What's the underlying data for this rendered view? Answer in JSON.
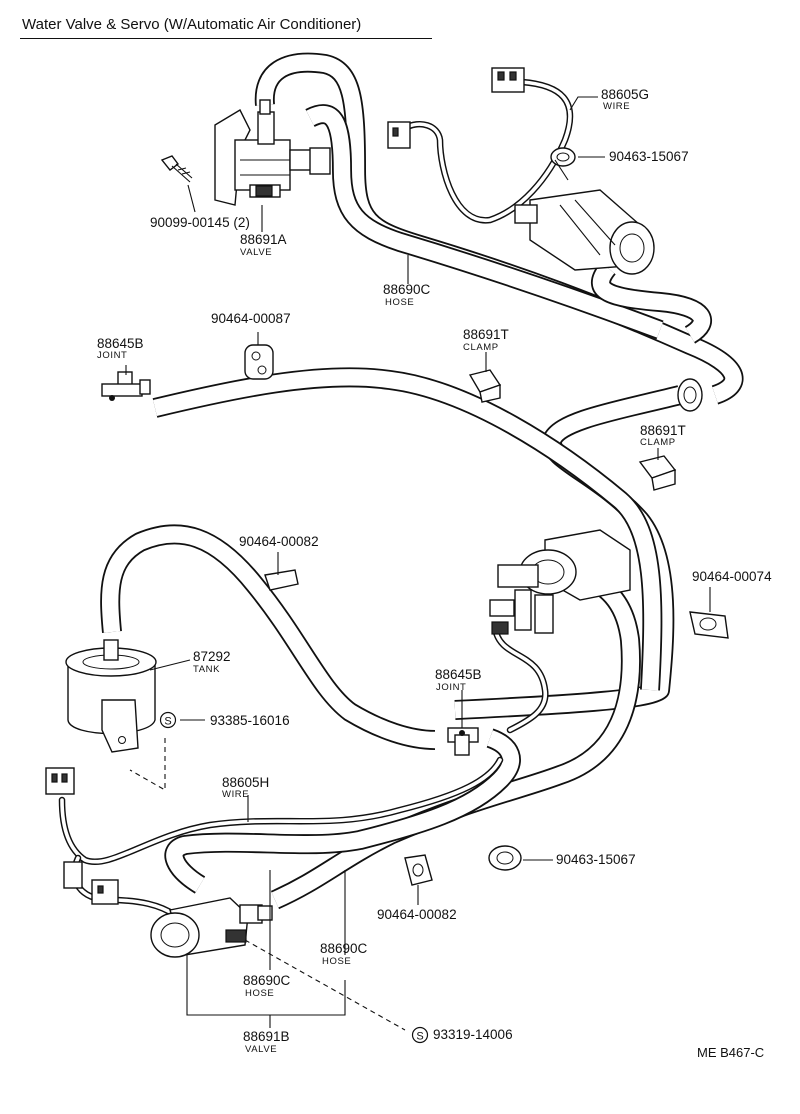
{
  "title": "Water Valve & Servo (W/Automatic Air Conditioner)",
  "parts": [
    {
      "id": "p_88605g",
      "number": "88605G",
      "name": "WIRE"
    },
    {
      "id": "p_90463a",
      "number": "90463-15067",
      "name": ""
    },
    {
      "id": "p_90099",
      "number": "90099-00145 (2)",
      "name": ""
    },
    {
      "id": "p_88691a",
      "number": "88691A",
      "name": "VALVE"
    },
    {
      "id": "p_88690c_top",
      "number": "88690C",
      "name": "HOSE"
    },
    {
      "id": "p_90464_87",
      "number": "90464-00087",
      "name": ""
    },
    {
      "id": "p_88645b_top",
      "number": "88645B",
      "name": "JOINT"
    },
    {
      "id": "p_88691t_a",
      "number": "88691T",
      "name": "CLAMP"
    },
    {
      "id": "p_88691t_b",
      "number": "88691T",
      "name": "CLAMP"
    },
    {
      "id": "p_90464_82a",
      "number": "90464-00082",
      "name": ""
    },
    {
      "id": "p_90464_74",
      "number": "90464-00074",
      "name": ""
    },
    {
      "id": "p_87292",
      "number": "87292",
      "name": "TANK"
    },
    {
      "id": "p_88645b_mid",
      "number": "88645B",
      "name": "JOINT"
    },
    {
      "id": "p_93385",
      "number": "93385-16016",
      "name": "",
      "symbol": "S"
    },
    {
      "id": "p_88605h",
      "number": "88605H",
      "name": "WIRE"
    },
    {
      "id": "p_90463b",
      "number": "90463-15067",
      "name": ""
    },
    {
      "id": "p_90464_82b",
      "number": "90464-00082",
      "name": ""
    },
    {
      "id": "p_88690c_r",
      "number": "88690C",
      "name": "HOSE"
    },
    {
      "id": "p_88690c_b",
      "number": "88690C",
      "name": "HOSE"
    },
    {
      "id": "p_88691b",
      "number": "88691B",
      "name": "VALVE"
    },
    {
      "id": "p_93319",
      "number": "93319-14006",
      "name": "",
      "symbol": "S"
    }
  ],
  "drawing_code": "ME  B467-C",
  "icons": {
    "valve_top": "water-valve-icon",
    "servo": "servo-motor-icon",
    "tank": "vacuum-tank-icon",
    "clamp": "hose-clamp-icon",
    "joint": "hose-joint-icon",
    "connector": "wire-connector-icon",
    "bolt": "bolt-icon",
    "water_valve": "water-valve-assembly-icon",
    "valve_bottom": "vacuum-valve-icon"
  }
}
